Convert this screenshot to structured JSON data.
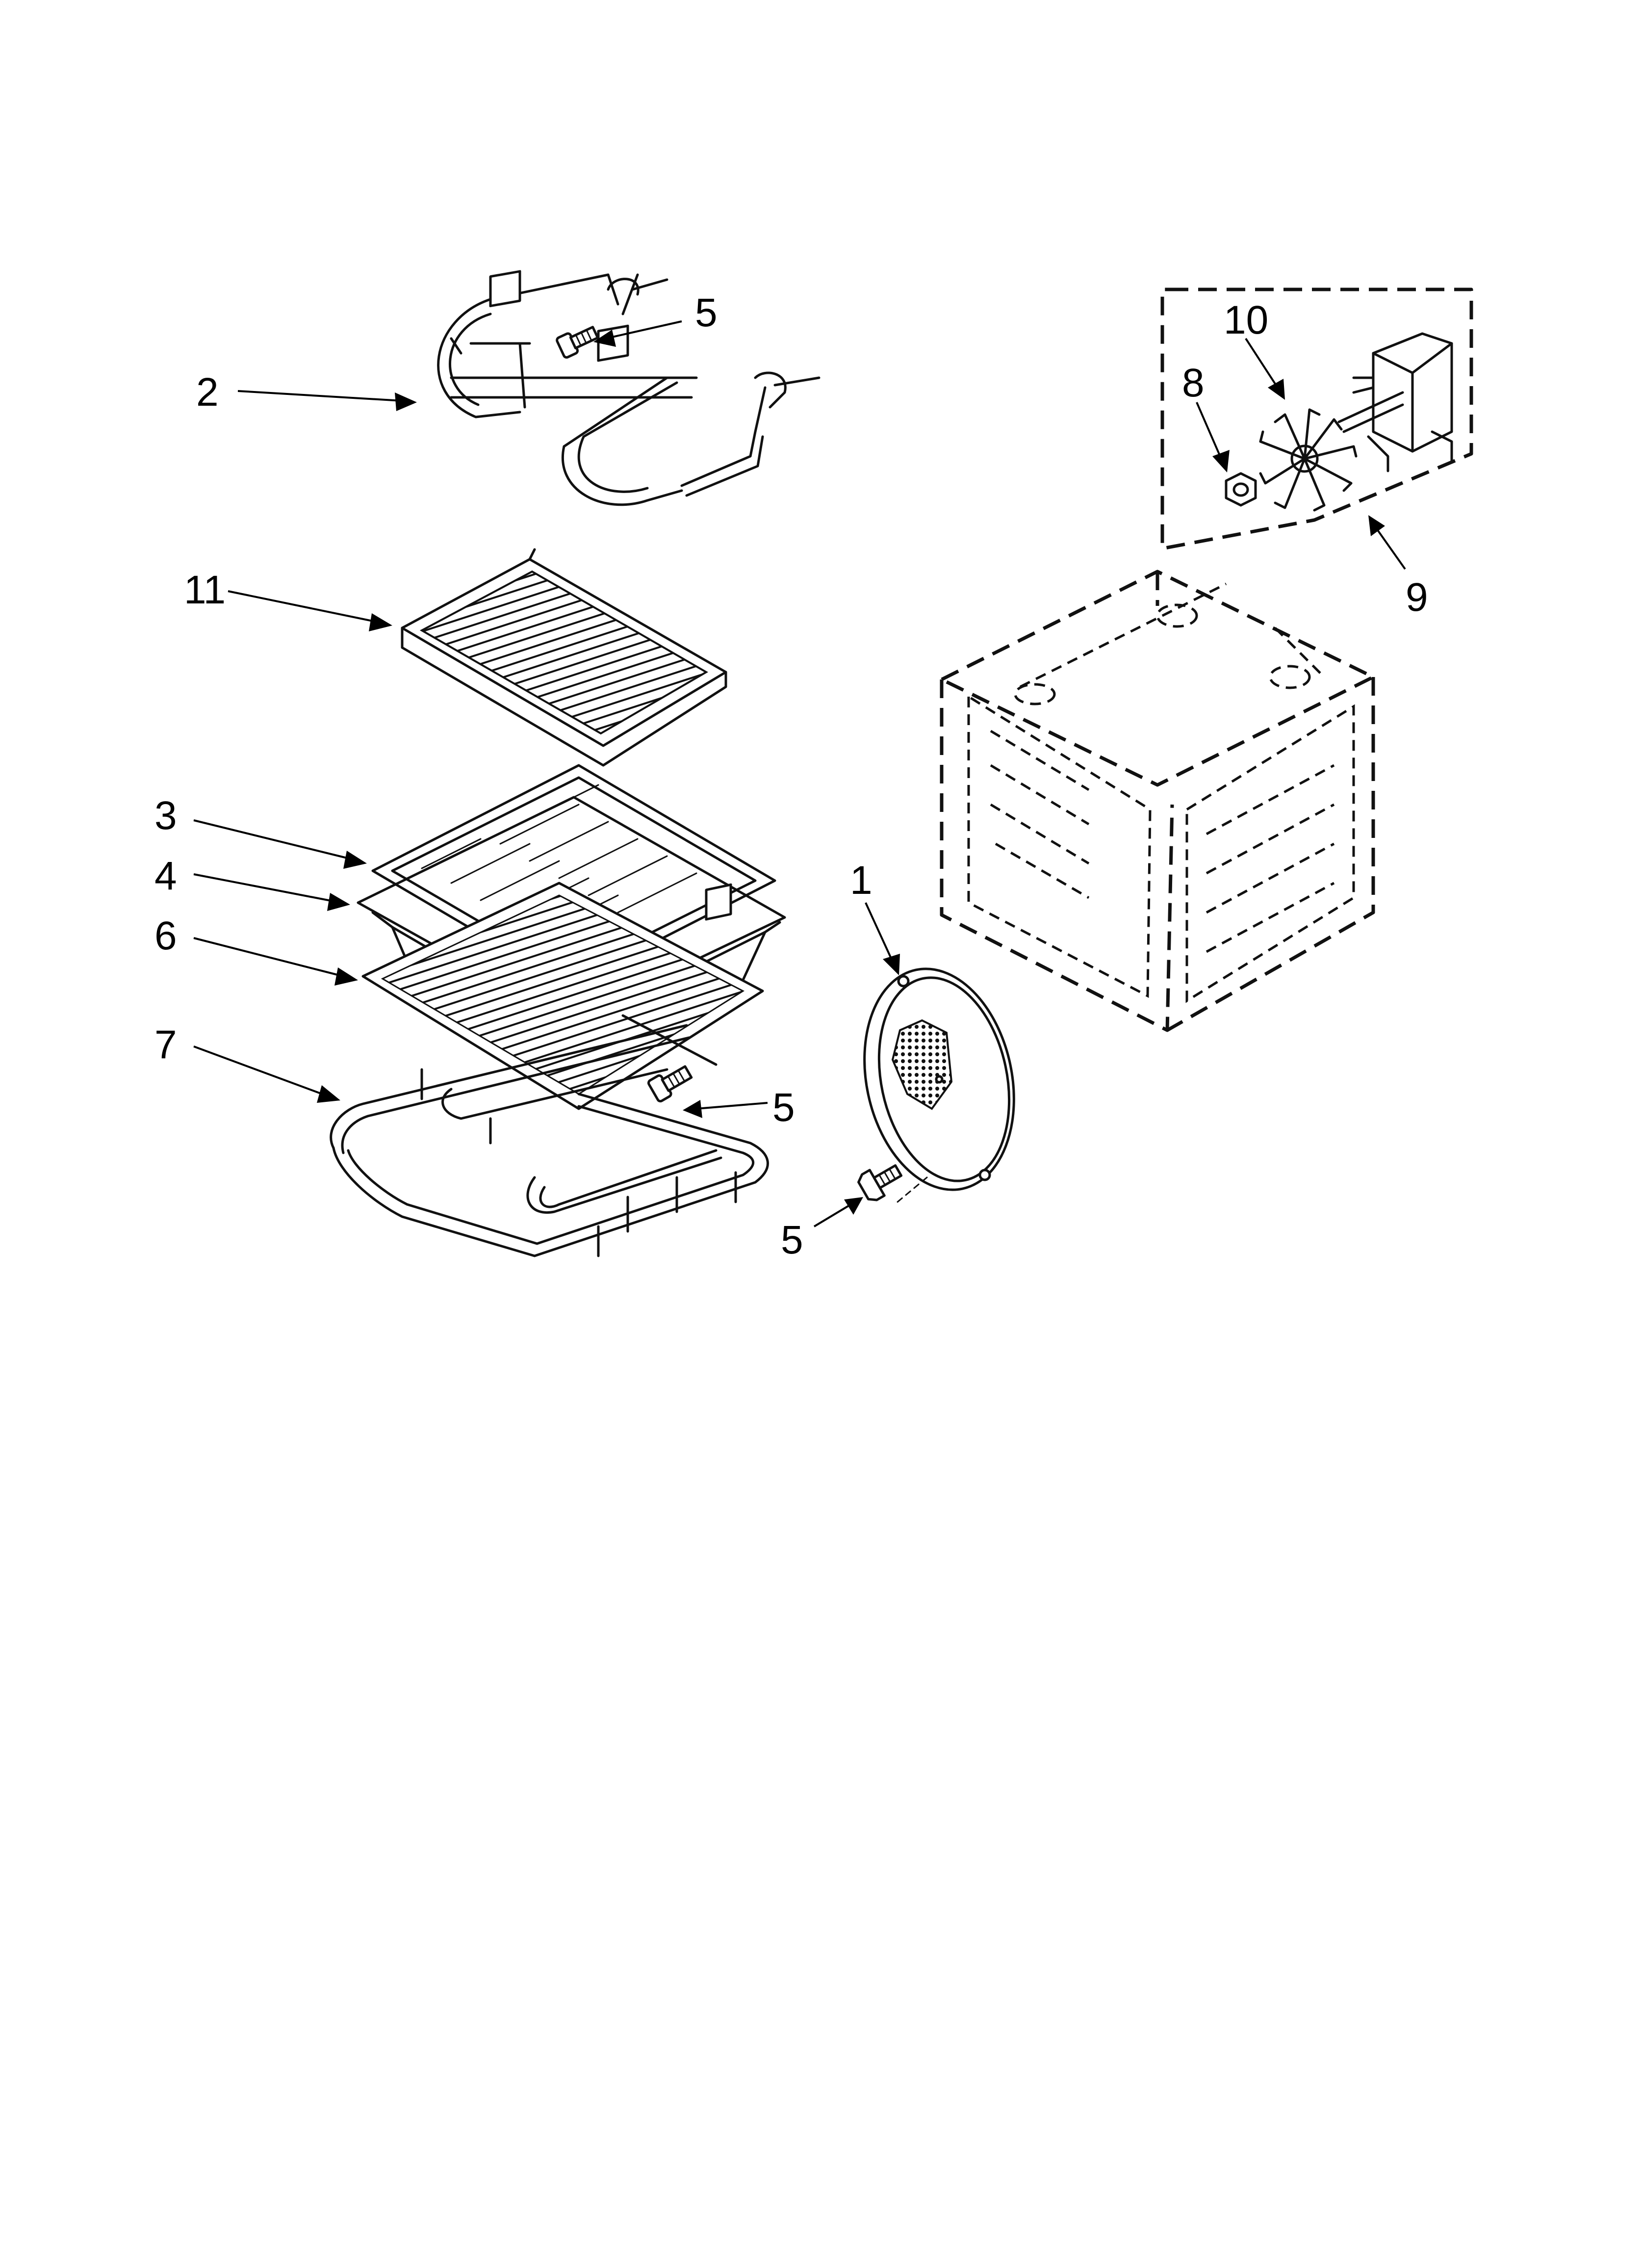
{
  "callouts": {
    "c1": "1",
    "c2": "2",
    "c3": "3",
    "c4": "4",
    "c5a": "5",
    "c5b": "5",
    "c5c": "5",
    "c6": "6",
    "c7": "7",
    "c8": "8",
    "c9": "9",
    "c10": "10",
    "c11": "11"
  }
}
